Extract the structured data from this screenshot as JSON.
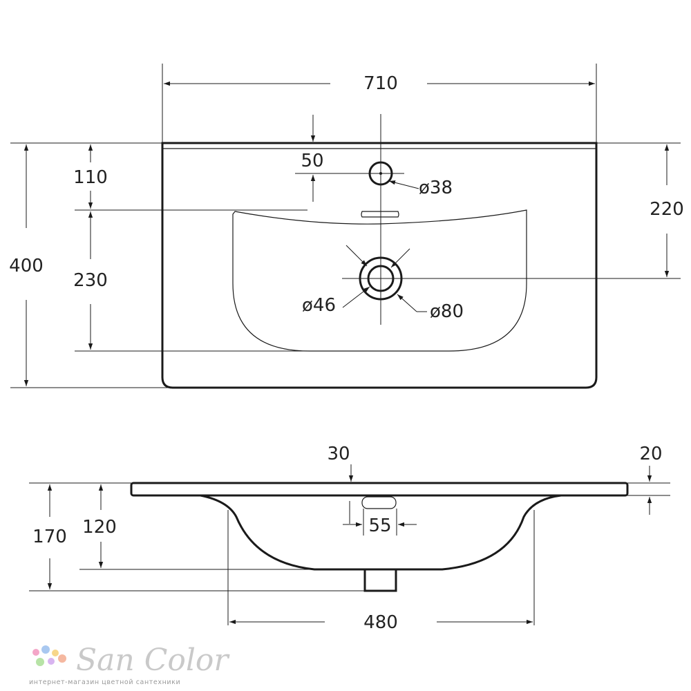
{
  "top_view": {
    "dimensions": {
      "width": "710",
      "depth": "400",
      "faucet_offset": "110",
      "bowl_depth": "230",
      "drain_offset": "220",
      "faucet_from_edge": "50",
      "faucet_hole": "ø38",
      "drain_hole": "ø46",
      "drain_ring": "ø80"
    }
  },
  "side_view": {
    "dimensions": {
      "rim_offset": "30",
      "rim_thickness": "20",
      "total_height": "170",
      "bowl_height": "120",
      "overflow_width": "55",
      "bowl_width": "480"
    }
  },
  "watermark": {
    "brand": "San Color",
    "tagline": "интернет-магазин цветной сантехники",
    "dot_colors": [
      "#f4a6c8",
      "#a9c8f0",
      "#f7d68a",
      "#b7e3a6",
      "#d8b4f0",
      "#f5b8a0"
    ]
  }
}
